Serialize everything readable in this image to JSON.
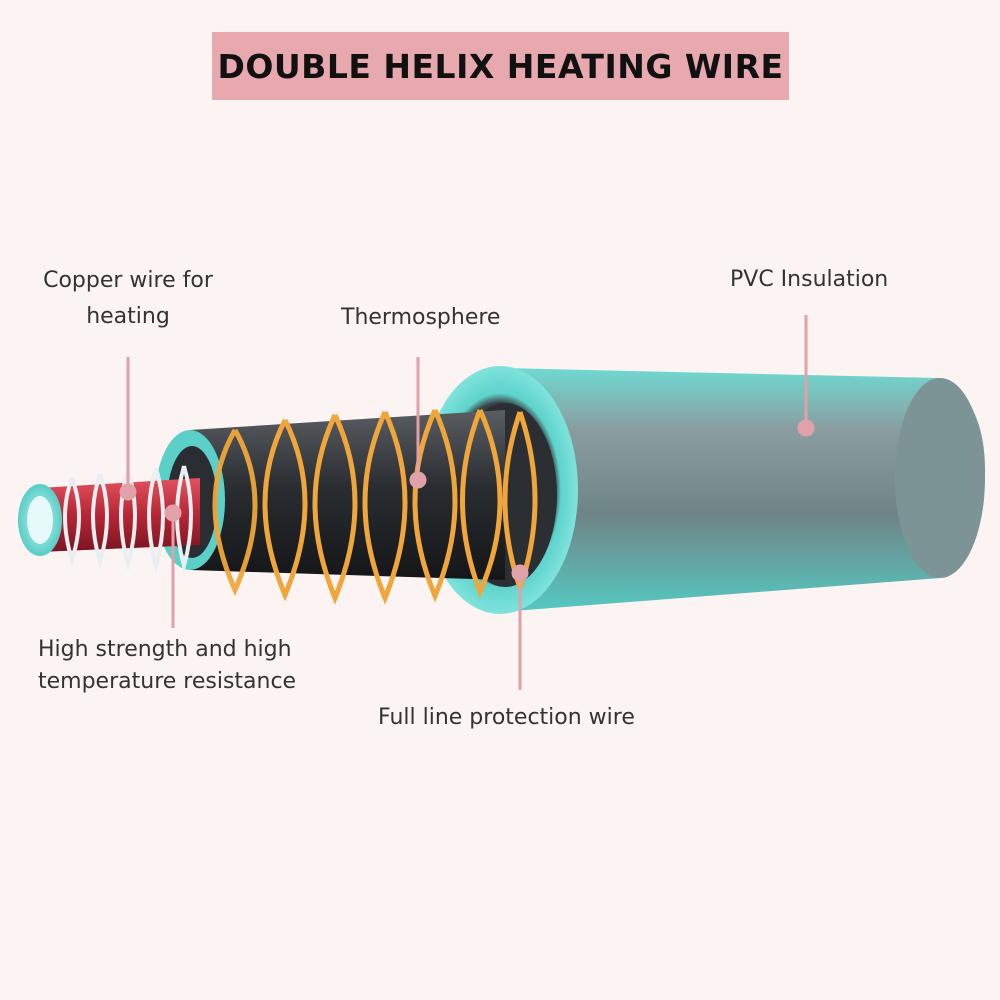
{
  "title": "DOUBLE HELIX HEATING WIRE",
  "labels": {
    "copper_line1": "Copper wire for",
    "copper_line2": "heating",
    "thermosphere": "Thermosphere",
    "pvc": "PVC Insulation",
    "strength_line1": "High strength and high",
    "strength_line2": "temperature resistance",
    "protection": "Full line protection wire"
  },
  "colors": {
    "background": "#fcf4f3",
    "banner": "#e8a9ae",
    "callout": "#e0a1a8",
    "insulation": "#5ccfc9",
    "copper_core": "#c0303e",
    "helix_wire": "#f0a63a"
  }
}
